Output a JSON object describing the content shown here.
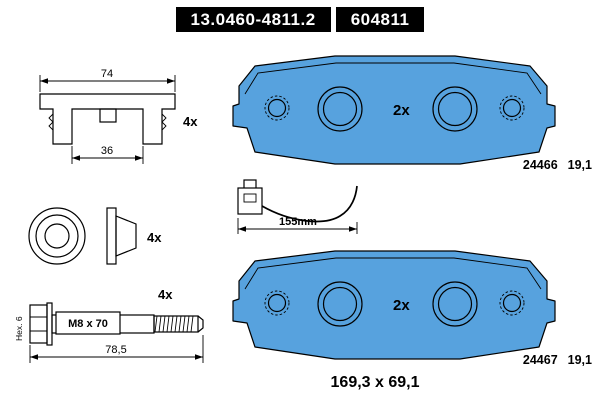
{
  "header": {
    "part_number": "13.0460-4811.2",
    "article_number": "604811"
  },
  "colors": {
    "pad_fill": "#57a2de",
    "line": "#000000"
  },
  "hardware": {
    "clip": {
      "width_dim": "74",
      "inner_dim": "36",
      "qty": "4x"
    },
    "grommet": {
      "qty": "4x"
    },
    "bolt": {
      "qty": "4x",
      "label": "M8 x 70",
      "hex_label": "Hex. 6",
      "length_dim": "78,5"
    }
  },
  "pads": {
    "outer": {
      "qty": "2x",
      "ref": "24466",
      "thickness": "19,1"
    },
    "inner": {
      "qty": "2x",
      "ref": "24467",
      "thickness": "19,1"
    },
    "sensor_length": "155mm",
    "overall_dim": "169,3 x 69,1"
  }
}
